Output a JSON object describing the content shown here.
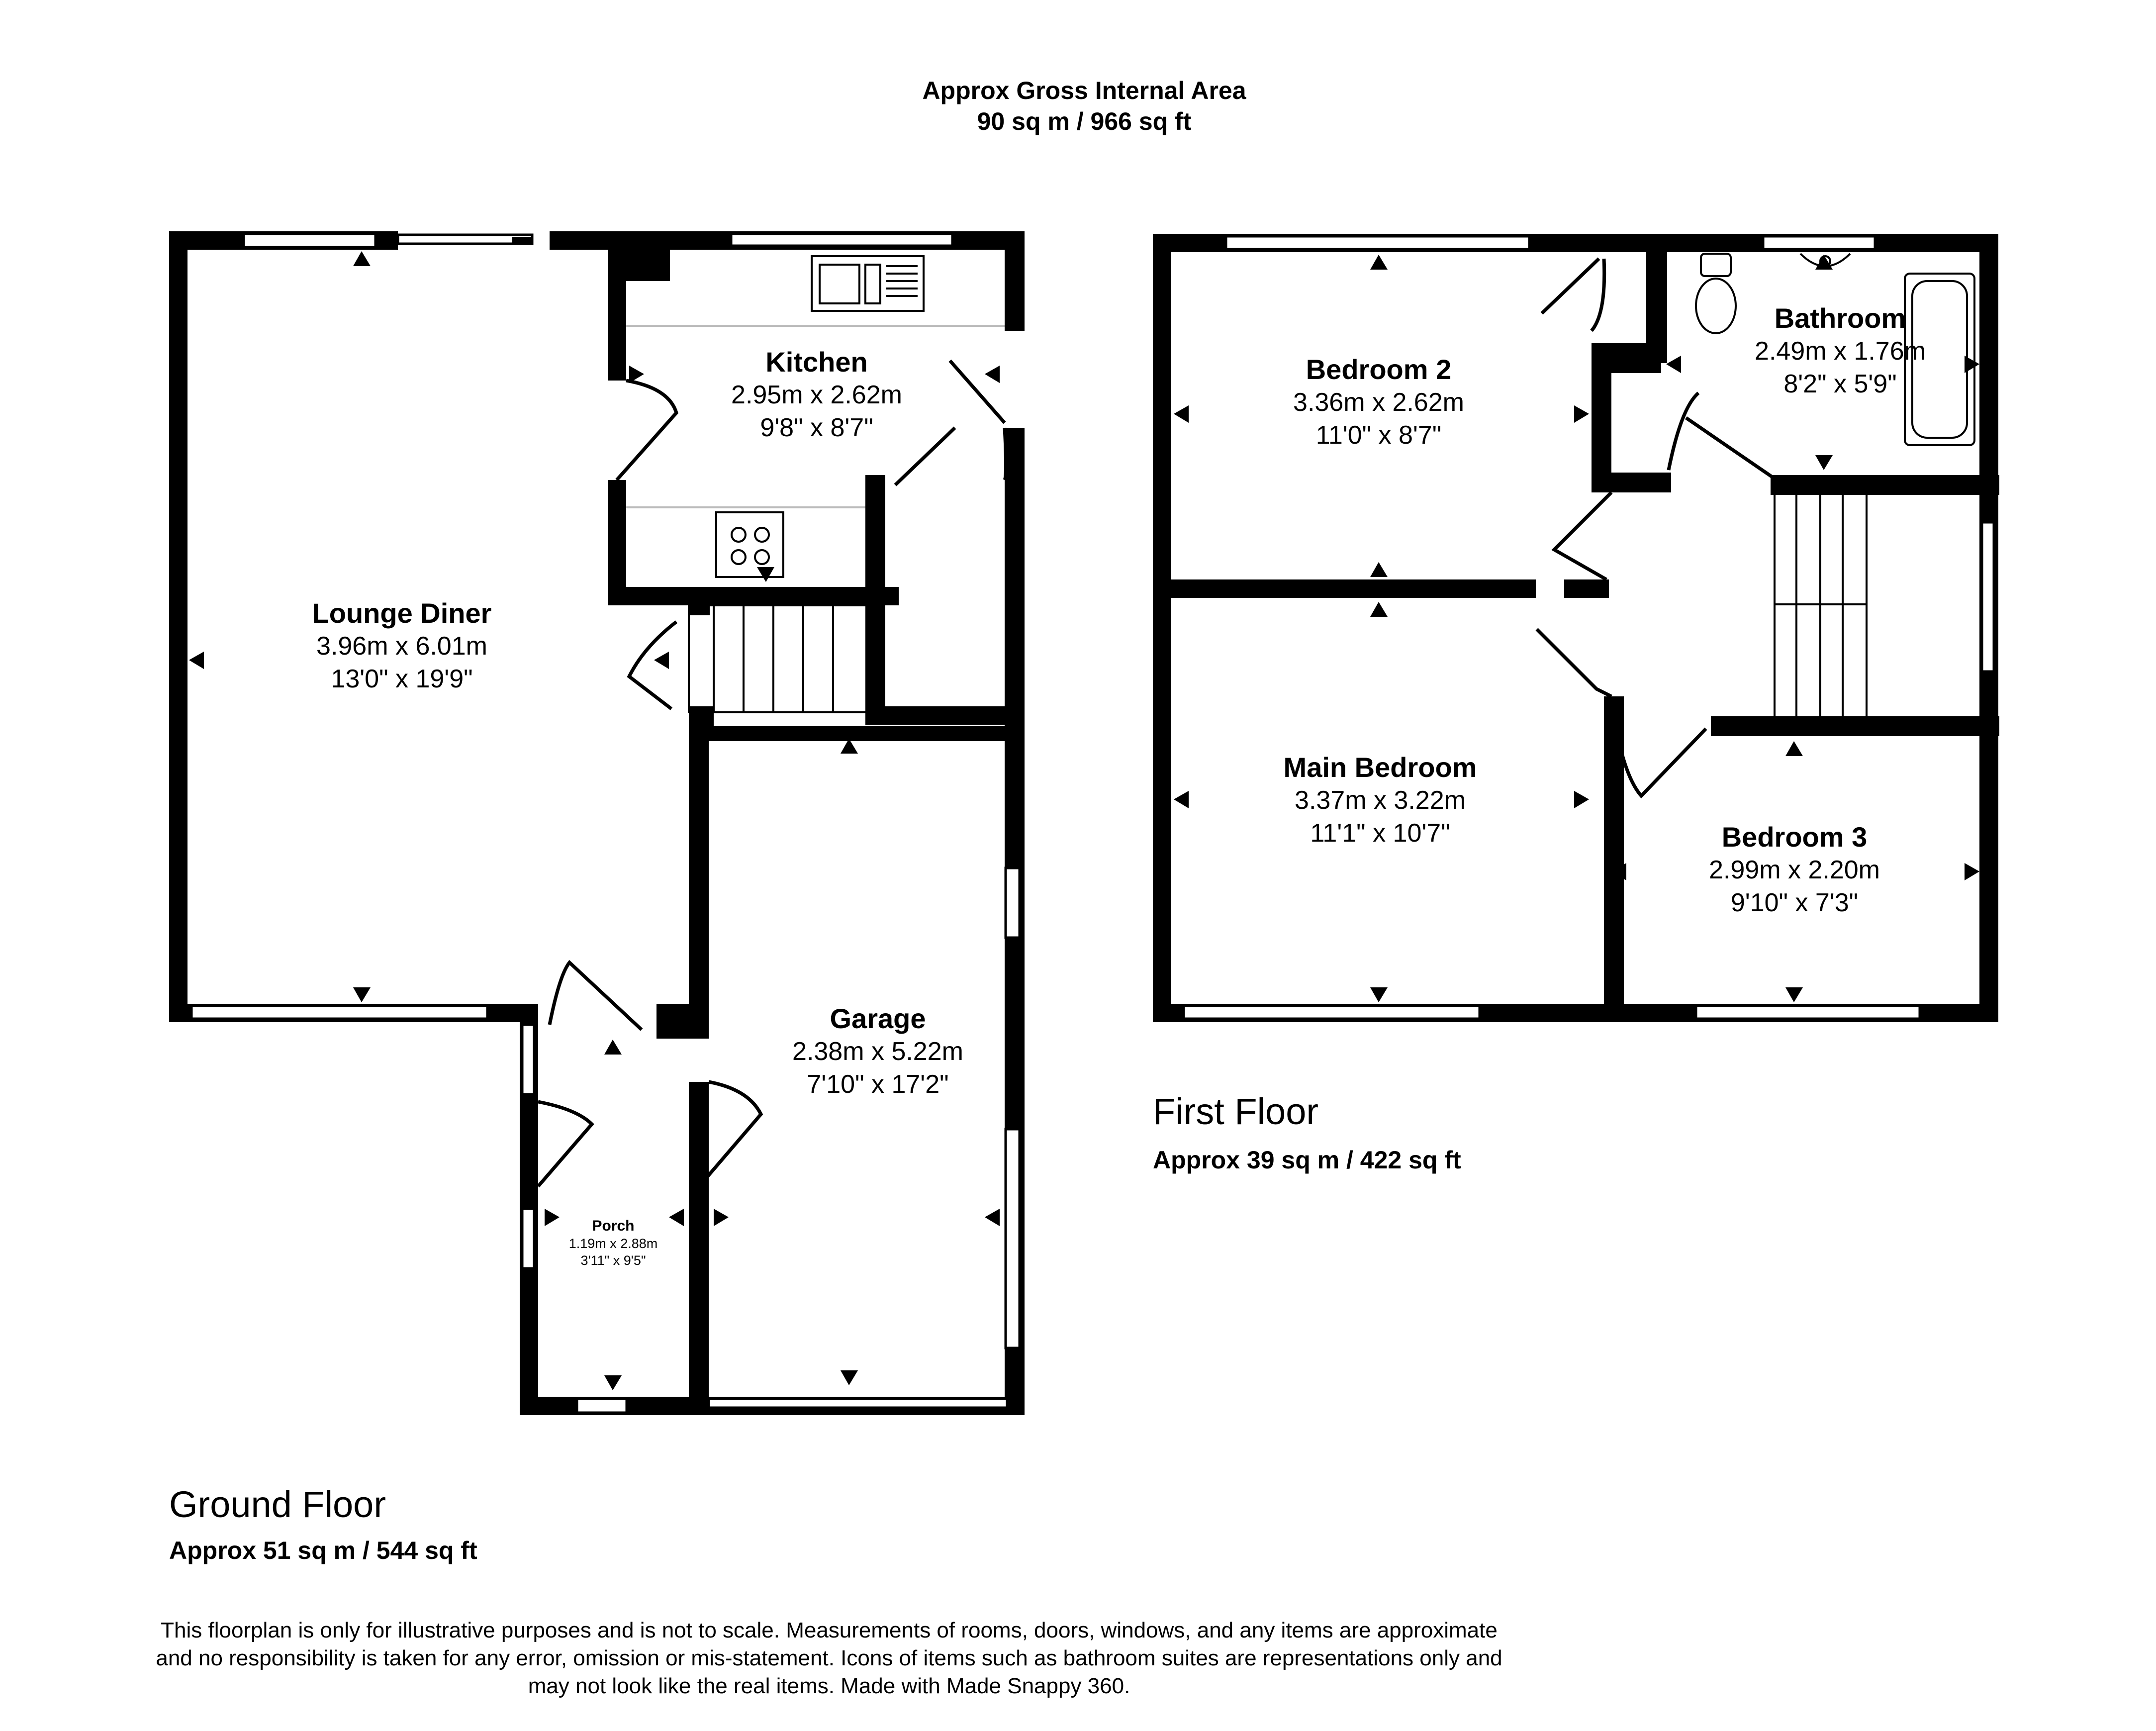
{
  "header": {
    "title": "Approx Gross Internal Area",
    "area": "90 sq m / 966 sq ft"
  },
  "ground_floor": {
    "label": "Ground Floor",
    "area": "Approx 51 sq m / 544 sq ft",
    "rooms": {
      "lounge": {
        "name": "Lounge Diner",
        "metric": "3.96m x 6.01m",
        "imperial": "13'0\" x 19'9\""
      },
      "kitchen": {
        "name": "Kitchen",
        "metric": "2.95m x 2.62m",
        "imperial": "9'8\" x 8'7\""
      },
      "garage": {
        "name": "Garage",
        "metric": "2.38m x 5.22m",
        "imperial": "7'10\" x 17'2\""
      },
      "porch": {
        "name": "Porch",
        "metric": "1.19m x 2.88m",
        "imperial": "3'11\" x 9'5\""
      }
    }
  },
  "first_floor": {
    "label": "First Floor",
    "area": "Approx 39 sq m / 422 sq ft",
    "rooms": {
      "bedroom2": {
        "name": "Bedroom 2",
        "metric": "3.36m x 2.62m",
        "imperial": "11'0\" x 8'7\""
      },
      "bathroom": {
        "name": "Bathroom",
        "metric": "2.49m x 1.76m",
        "imperial": "8'2\" x 5'9\""
      },
      "main_bedroom": {
        "name": "Main Bedroom",
        "metric": "3.37m x 3.22m",
        "imperial": "11'1\" x 10'7\""
      },
      "bedroom3": {
        "name": "Bedroom 3",
        "metric": "2.99m x 2.20m",
        "imperial": "9'10\" x 7'3\""
      }
    }
  },
  "disclaimer": {
    "line1": "This floorplan is only for illustrative purposes and is not to scale. Measurements of rooms, doors, windows, and any items are approximate",
    "line2": "and no responsibility is taken for any error, omission or mis-statement. Icons of items such as bathroom suites are representations only and",
    "line3": "may not look like the real items. Made with Made Snappy 360."
  }
}
